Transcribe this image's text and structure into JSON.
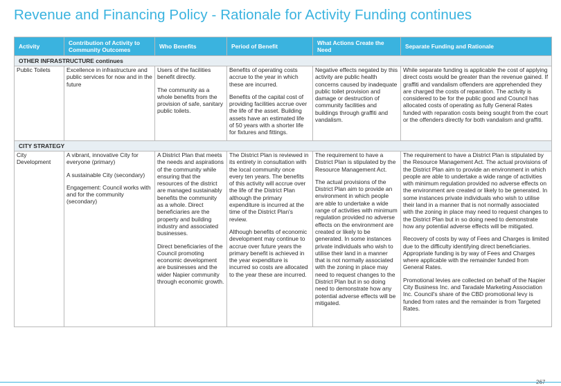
{
  "title": "Revenue and Financing Policy - Rationale for Activity Funding continues",
  "headers": [
    "Activity",
    "Contribution of Activity to Community Outcomes",
    "Who Benefits",
    "Period of Benefit",
    "What Actions Create the Need",
    "Separate Funding and Rationale"
  ],
  "sections": [
    {
      "label": "OTHER INFRASTRUCTURE continues",
      "activity": "Public Toilets",
      "contribution": [
        "Excellence in infrastructure and public services for now and in the future"
      ],
      "who": [
        "Users of the facilities benefit directly.",
        "The community as a whole benefits from the provision of safe, sanitary public toilets."
      ],
      "period": [
        "Benefits of operating costs accrue to the year in which these are incurred.",
        "Benefits of the capital cost of providing facilities accrue over the life of the asset. Building assets have an estimated life of 50 years with a shorter life for fixtures and fittings."
      ],
      "actions": [
        "Negative effects negated by this activity are public health concerns caused by inadequate public toilet provision and damage or destruction of community facilities and buildings through graffiti and vandalism."
      ],
      "funding": [
        "While separate funding is applicable the cost of applying direct costs would be greater than the revenue gained. If graffiti and vandalism offenders are apprehended they are charged the costs of reparation. The activity is considered to be for the public good and Council has allocated costs of operating as fully General Rates funded with reparation costs being sought from the court or the offenders directly for both vandalism and graffiti."
      ]
    },
    {
      "label": "CITY STRATEGY",
      "activity": "City Development",
      "contribution": [
        "A vibrant, innovative City for everyone (primary)",
        "A sustainable City (secondary)",
        "Engagement: Council works with and for the community (secondary)"
      ],
      "who": [
        "A District Plan that meets the needs and aspirations of the community while ensuring that the resources of the district are managed sustainably benefits the community as a whole. Direct beneficiaries are the property and building industry and associated businesses.",
        "Direct beneficiaries of the Council promoting economic development are businesses and the wider Napier community through economic growth."
      ],
      "period": [
        "The District Plan is reviewed in its entirety in consultation with the local community once every ten years. The benefits of this activity will accrue over the life of the District Plan although the primary expenditure is incurred at the time of the District Plan's review.",
        "Although benefits of economic development may continue to accrue over future years the primary benefit is achieved in the year expenditure is incurred so costs are allocated to the year these are incurred."
      ],
      "actions": [
        "The requirement to have a District Plan is stipulated by the Resource Management Act.",
        "The actual provisions of the District Plan aim to provide an environment in which people are able to undertake a wide range of activities with minimum regulation provided no adverse effects on the environment are created or likely to be generated. In some instances private individuals who wish to utilise their land in a manner that is not normally associated with the zoning in place may need to request changes to the District Plan but in so doing need to demonstrate how any potential adverse effects will be mitigated."
      ],
      "funding": [
        "The requirement to have a District Plan is stipulated by the Resource Management Act. The actual provisions of the District Plan aim to provide an environment in which people are able to undertake a wide range of activities with minimum regulation provided no adverse effects on the environment are created or likely to be generated. In some instances private individuals who wish to utilise their land in a manner that is not normally associated with the zoning in place may need to request changes to the District Plan but in so doing need to demonstrate how any potential adverse effects will be mitigated.",
        "Recovery of costs by way of Fees and Charges is limited due to the difficulty identifying direct beneficiaries. Appropriate funding is by way of Fees and Charges where applicable with the remainder funded from General Rates.",
        "Promotional levies are collected on behalf of the Napier City Business Inc. and Taradale Marketing Association Inc. Council's share of the CBD promotional levy is funded from rates and the remainder is from Targeted Rates."
      ]
    }
  ],
  "page_number": "267"
}
